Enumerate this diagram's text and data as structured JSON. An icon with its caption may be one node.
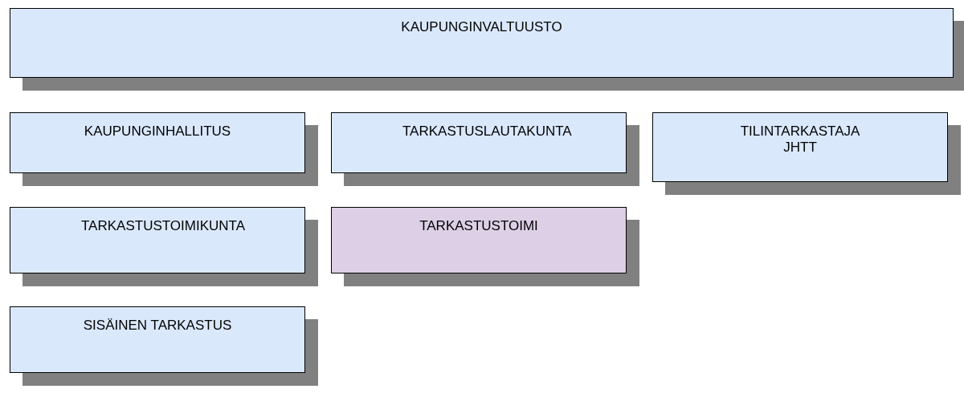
{
  "diagram": {
    "nodes": [
      {
        "text": [
          "KAUPUNGINVALTUUSTO"
        ]
      },
      {
        "text": [
          "KAUPUNGINHALLITUS"
        ]
      },
      {
        "text": [
          "TARKASTUSLAUTAKUNTA"
        ]
      },
      {
        "text": [
          "TILINTARKASTAJA JHTT"
        ]
      },
      {
        "text": [
          "TARKASTUSTOIMIKUNTA"
        ]
      },
      {
        "text": [
          "TARKASTUSTOIMI"
        ]
      },
      {
        "text": [
          "SISÄINEN TARKASTUS"
        ]
      }
    ]
  }
}
